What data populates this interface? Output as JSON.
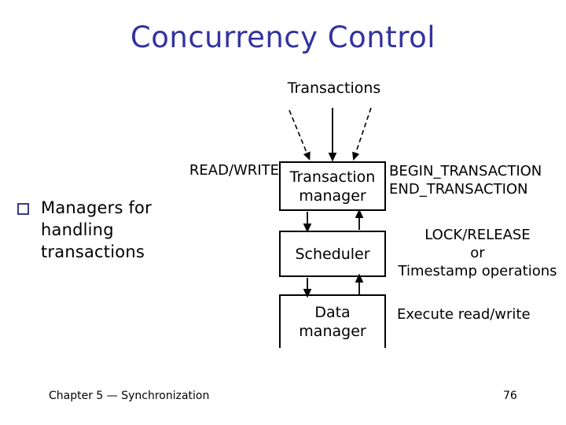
{
  "slide": {
    "title": "Concurrency Control",
    "title_color": "#3333a0",
    "bullet": {
      "marker": "square-outline-bullet",
      "marker_color": "#3b3b8f",
      "text": "Managers for handling transactions"
    },
    "footer": {
      "left": "Chapter 5 — Synchronization",
      "page_number": "76"
    }
  },
  "diagram": {
    "top_label": "Transactions",
    "boxes": [
      {
        "id": "transaction-manager",
        "text": "Transaction\nmanager"
      },
      {
        "id": "scheduler",
        "text": "Scheduler"
      },
      {
        "id": "data-manager",
        "text": "Data\nmanager"
      }
    ],
    "left_labels": [
      {
        "id": "read-write",
        "text": "READ/WRITE"
      }
    ],
    "right_labels": [
      {
        "id": "begin-end-transaction",
        "text": "BEGIN_TRANSACTION\nEND_TRANSACTION"
      },
      {
        "id": "lock-release",
        "text": "LOCK/RELEASE\nor\nTimestamp operations"
      },
      {
        "id": "execute-read-write",
        "text": "Execute read/write"
      }
    ]
  }
}
